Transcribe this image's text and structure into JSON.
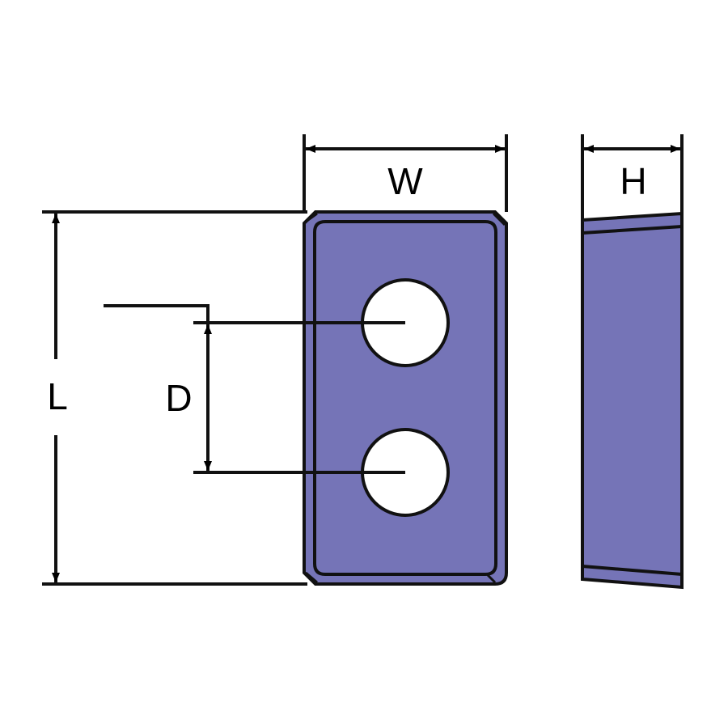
{
  "labels": {
    "width": "W",
    "height": "H",
    "length": "L",
    "hole_spacing": "D"
  },
  "colors": {
    "fill": "#7574b7",
    "stroke": "#111111",
    "background": "#ffffff",
    "hole": "#ffffff"
  }
}
